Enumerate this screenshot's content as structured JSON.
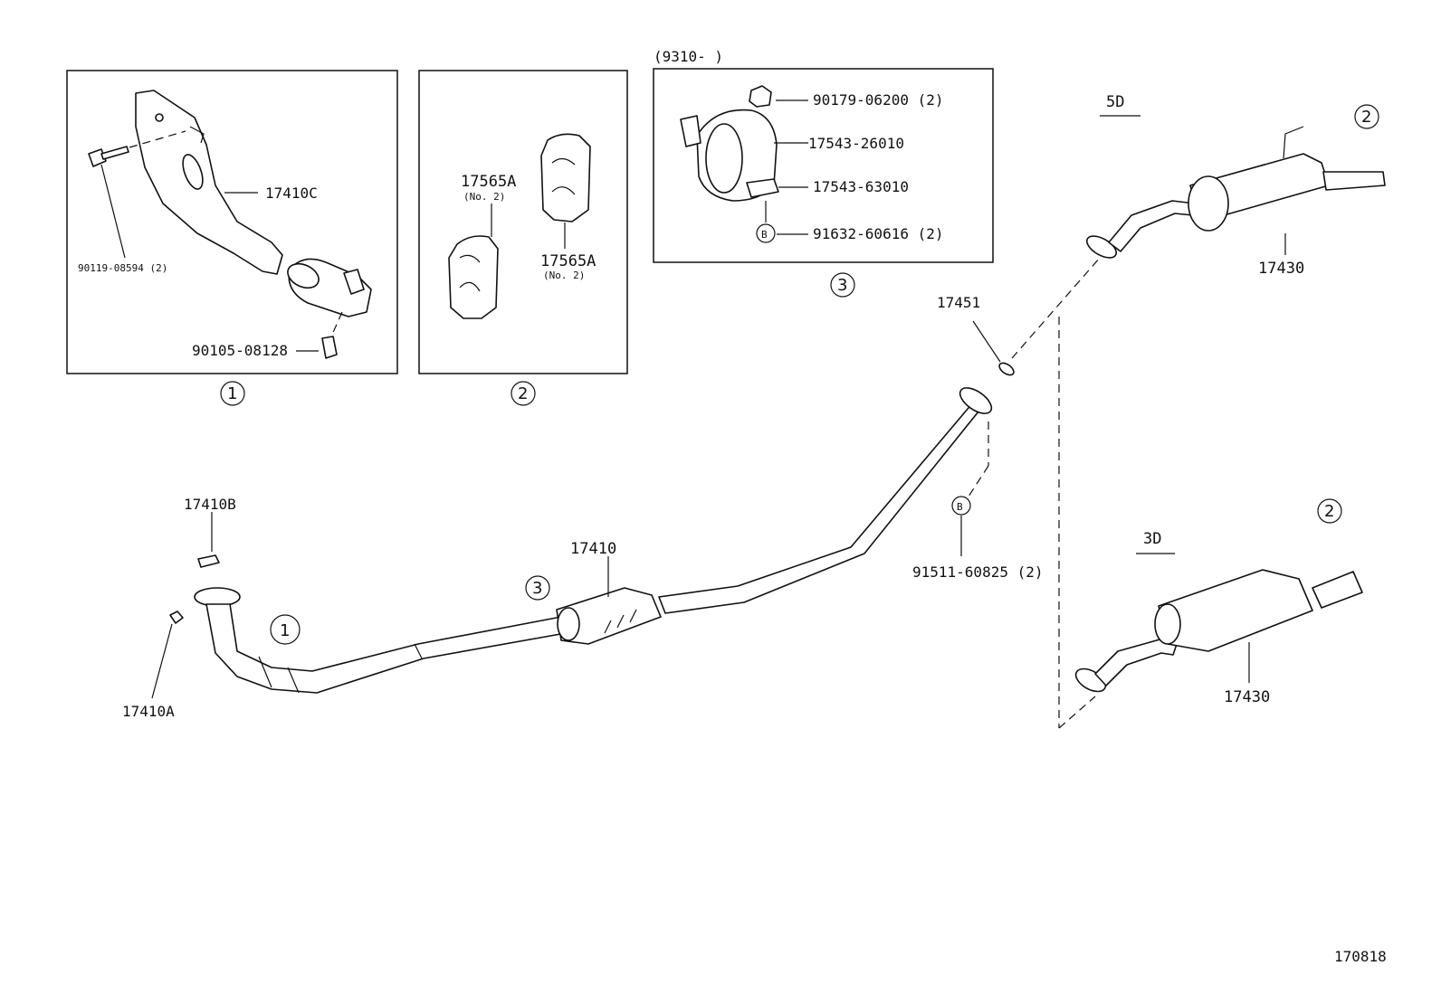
{
  "figure_number": "170818",
  "insets": {
    "inset1": {
      "badge": "1",
      "labels": {
        "bracket": "17410C",
        "bolt": "90119-08594 (2)",
        "bolt2": "90105-08128"
      }
    },
    "inset2": {
      "badge": "2",
      "labels": {
        "hanger_a": "17565A",
        "hanger_a_note": "(No. 2)",
        "hanger_b": "17565A",
        "hanger_b_note": "(No. 2)"
      }
    },
    "inset3": {
      "badge": "3",
      "date_range": "(9310-        )",
      "labels": {
        "nut": "90179-06200 (2)",
        "clamp1": "17543-26010",
        "clamp2": "17543-63010",
        "bolt": "91632-60616 (2)",
        "bolt_marker": "B"
      }
    }
  },
  "main": {
    "labels": {
      "gasket_b": "17410B",
      "gasket_a": "17410A",
      "front_pipe": "17410",
      "gasket": "17451",
      "bolt": "91511-60825 (2)",
      "bolt_marker": "B",
      "muffler_5d": "17430",
      "muffler_3d": "17430"
    },
    "badges": {
      "front_pipe": "1",
      "center_muffler": "3",
      "tail_5d": "2",
      "tail_3d": "2"
    },
    "variants": {
      "five_door": "5D",
      "three_door": "3D"
    }
  }
}
